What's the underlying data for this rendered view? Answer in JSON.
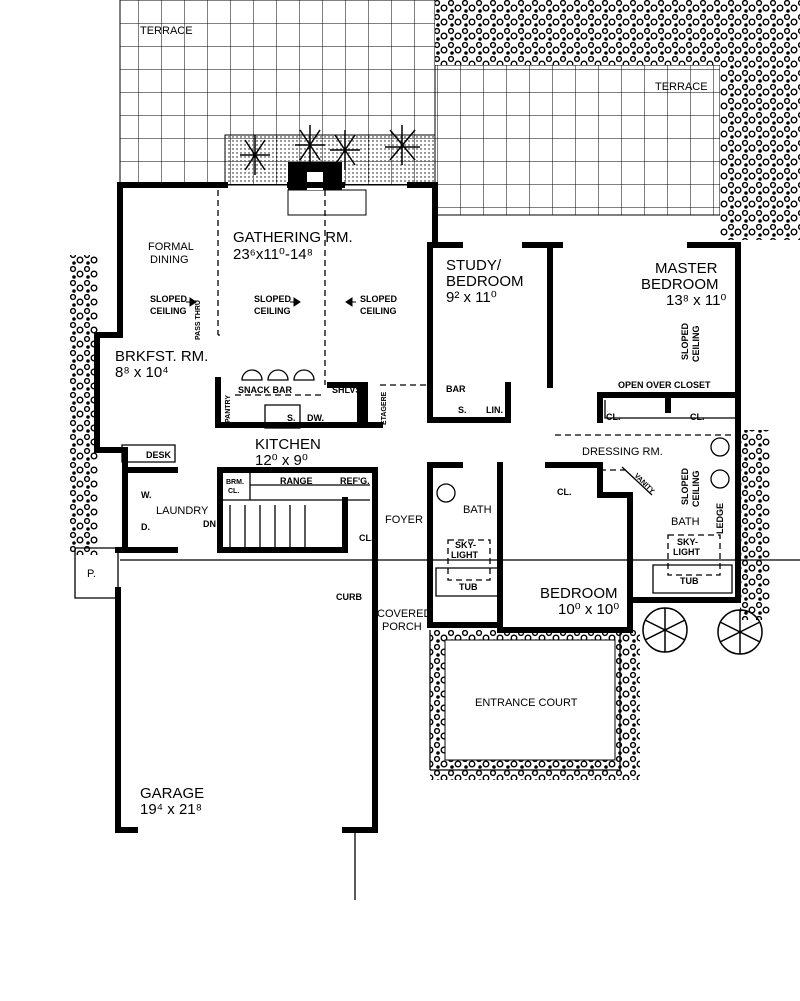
{
  "outdoor": {
    "terrace_left": "TERRACE",
    "terrace_right": "TERRACE",
    "entrance_court": "ENTRANCE COURT",
    "curb": "CURB",
    "p_label": "P.",
    "covered_porch": [
      "COVERED",
      "PORCH"
    ]
  },
  "rooms": {
    "formal_dining": [
      "FORMAL",
      "DINING"
    ],
    "gathering": {
      "name": "GATHERING RM.",
      "size": "23⁶x11⁰-14⁸"
    },
    "sloped_ceiling": [
      "SLOPED",
      "CEILING"
    ],
    "pass_thru": "PASS THRU",
    "brkfst": {
      "name": "BRKFST. RM.",
      "size": "8⁸ x 10⁴"
    },
    "kitchen": {
      "name": "KITCHEN",
      "size": "12⁰ x 9⁰"
    },
    "study": {
      "name": [
        "STUDY/",
        "BEDROOM"
      ],
      "size": "9² x 11⁰"
    },
    "master": {
      "name": [
        "MASTER",
        "BEDROOM"
      ],
      "size": "13⁸ x 11⁰"
    },
    "dressing": "DRESSING RM.",
    "bedroom": {
      "name": "BEDROOM",
      "size": "10⁰ x 10⁰"
    },
    "laundry": "LAUNDRY",
    "foyer": "FOYER",
    "bath": "BATH",
    "garage": {
      "name": "GARAGE",
      "size": "19⁴ x 21⁸"
    }
  },
  "fixtures": {
    "snack_bar": "SNACK BAR",
    "pantry": "PANTRY",
    "sink": "S.",
    "dw": "DW.",
    "shlvs": "SHLVS",
    "etagere": "ETAGERE",
    "desk": "DESK",
    "brm_cl": [
      "BRM.",
      "CL."
    ],
    "range": "RANGE",
    "refg": "REF'G.",
    "washer": "W.",
    "dryer": "D.",
    "dn": "DN",
    "cl": "CL.",
    "bar": "BAR",
    "lin": "LIN.",
    "open_over_closet": "OPEN OVER CLOSET",
    "vanity": "VANITY",
    "ledge": "LEDGE",
    "skylight": [
      "SKY-",
      "LIGHT"
    ],
    "tub": "TUB"
  }
}
